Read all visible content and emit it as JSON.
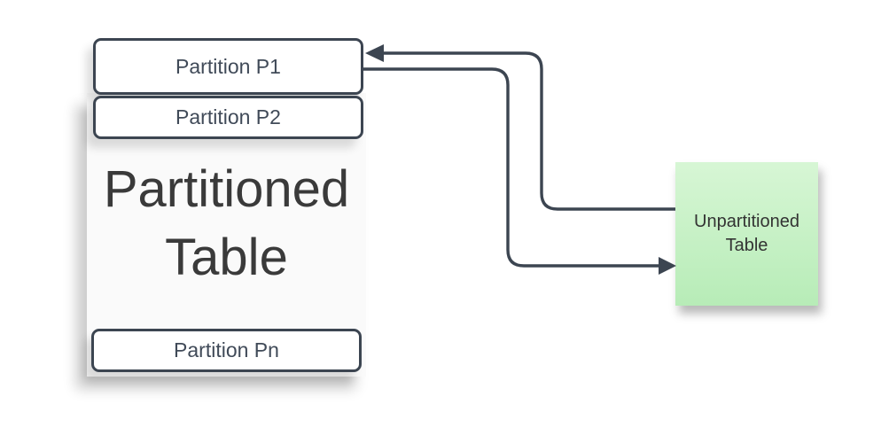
{
  "diagram": {
    "partitioned_table": {
      "title": "Partitioned Table",
      "partitions": [
        {
          "label": "Partition P1"
        },
        {
          "label": "Partition P2"
        },
        {
          "label": "Partition Pn"
        }
      ]
    },
    "unpartitioned_table": {
      "label": "Unpartitioned Table"
    },
    "connectors": [
      {
        "name": "unpartitioned-to-p1",
        "from": "Unpartitioned Table",
        "to": "Partition P1",
        "arrow": "left"
      },
      {
        "name": "p1-to-unpartitioned",
        "from": "Partition P1",
        "to": "Unpartitioned Table",
        "arrow": "right"
      }
    ],
    "colors": {
      "canvas_bg": "#ffffff",
      "stroke": "#3c4551",
      "partition_fill": "#ffffff",
      "container_fill": "#fafafa",
      "green_top": "#d7f6d5",
      "green_bottom": "#b7ecb7",
      "title_text": "#3a3a3a",
      "label_text": "#404a58",
      "green_text": "#333333"
    }
  }
}
